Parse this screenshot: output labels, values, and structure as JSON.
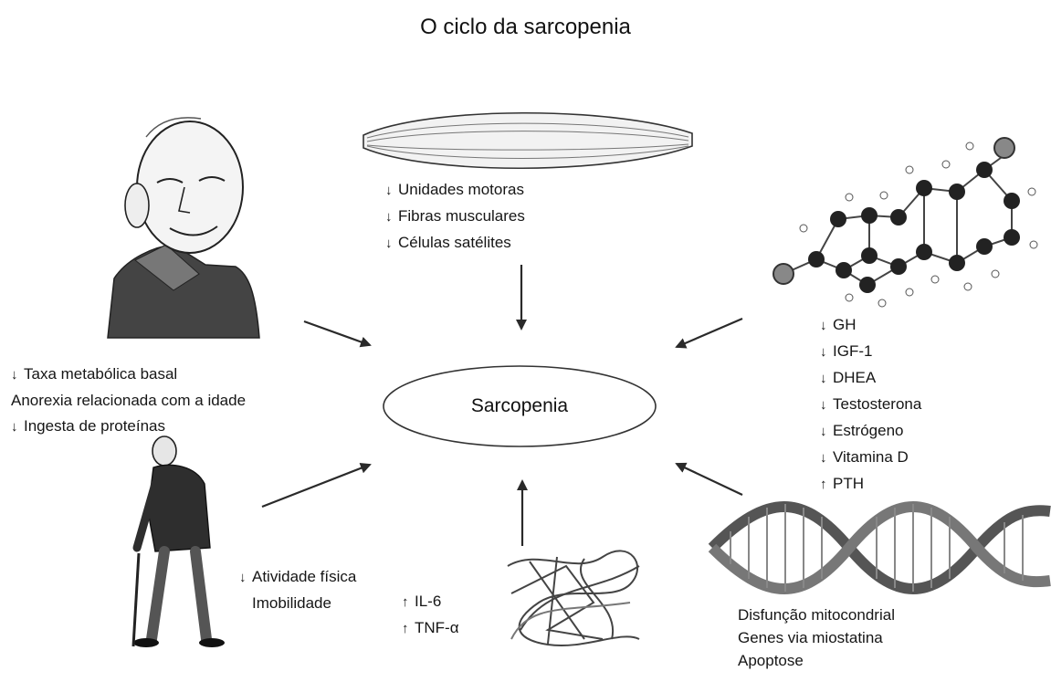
{
  "title": "O ciclo da sarcopenia",
  "center": "Sarcopenia",
  "muscle": {
    "items": [
      {
        "arrow": "↓",
        "text": "Unidades motoras"
      },
      {
        "arrow": "↓",
        "text": "Fibras musculares"
      },
      {
        "arrow": "↓",
        "text": "Células satélites"
      }
    ]
  },
  "metabolism": {
    "items": [
      {
        "arrow": "↓",
        "text": "Taxa metabólica basal"
      },
      {
        "arrow": "",
        "text": "Anorexia relacionada com a idade"
      },
      {
        "arrow": "↓",
        "text": "Ingesta de proteínas"
      }
    ]
  },
  "hormones": {
    "items": [
      {
        "arrow": "↓",
        "text": "GH"
      },
      {
        "arrow": "↓",
        "text": "IGF-1"
      },
      {
        "arrow": "↓",
        "text": "DHEA"
      },
      {
        "arrow": "↓",
        "text": "Testosterona"
      },
      {
        "arrow": "↓",
        "text": "Estrógeno"
      },
      {
        "arrow": "↓",
        "text": "Vitamina D"
      },
      {
        "arrow": "↑",
        "text": "PTH"
      }
    ]
  },
  "activity": {
    "items": [
      {
        "arrow": "↓",
        "text": "Atividade física"
      },
      {
        "arrow": "",
        "text": "Imobilidade"
      }
    ]
  },
  "cytokines": {
    "items": [
      {
        "arrow": "↑",
        "text": "IL-6"
      },
      {
        "arrow": "↑",
        "text": "TNF-α"
      }
    ]
  },
  "genetics": {
    "items": [
      {
        "arrow": "",
        "text": "Disfunção mitocondrial"
      },
      {
        "arrow": "",
        "text": "Genes via miostatina"
      },
      {
        "arrow": "",
        "text": "Apoptose"
      }
    ]
  }
}
